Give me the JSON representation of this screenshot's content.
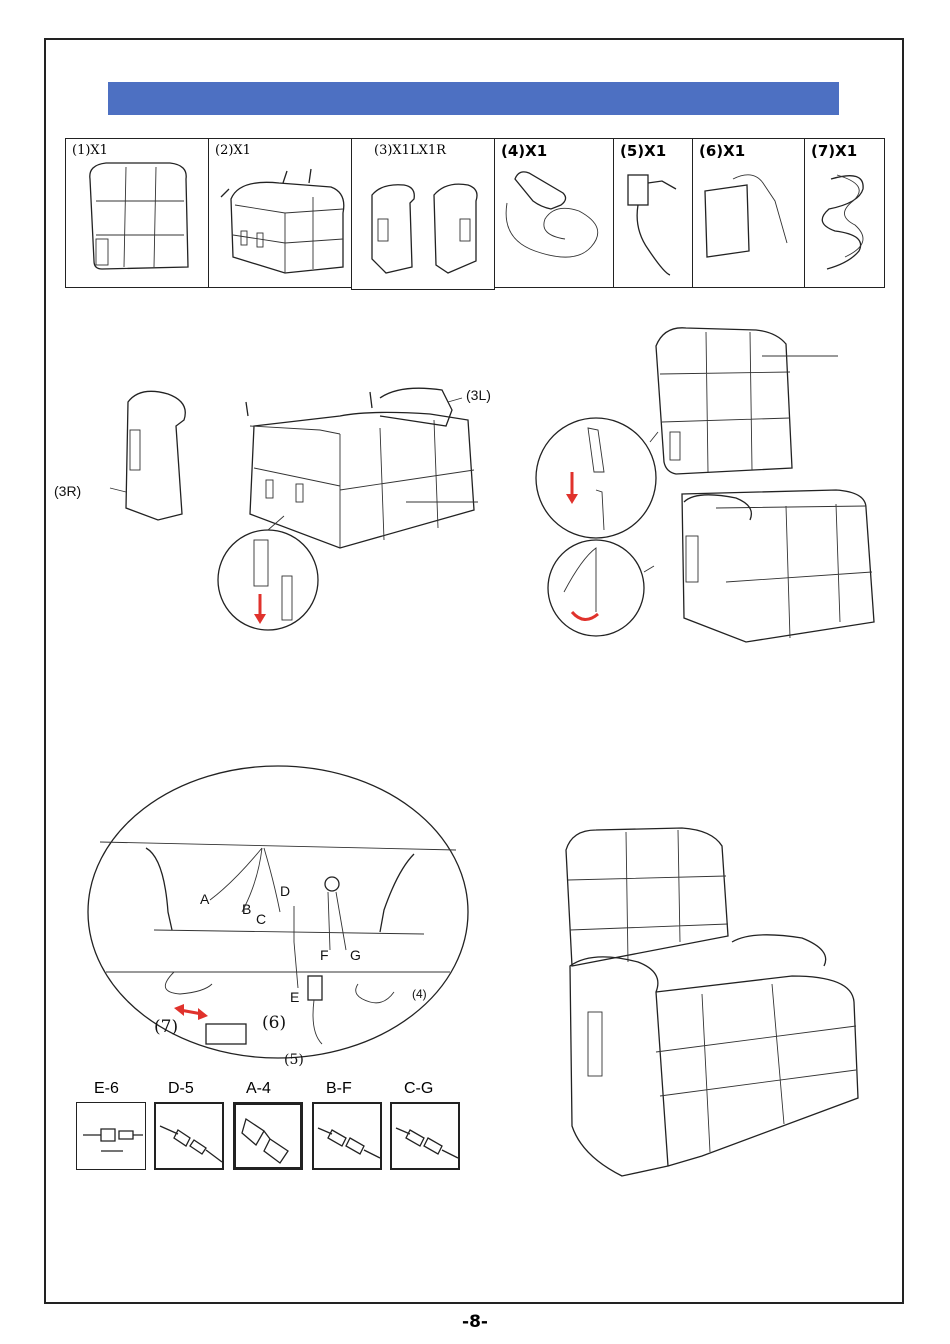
{
  "parts": [
    {
      "label": "(1)X1",
      "style": "serif"
    },
    {
      "label": "(2)X1",
      "style": "serif"
    },
    {
      "label": "(3)X1LX1R",
      "style": "serif"
    },
    {
      "label": "(4)X1",
      "style": "bold"
    },
    {
      "label": "(5)X1",
      "style": "bold"
    },
    {
      "label": "(6)X1",
      "style": "bold"
    },
    {
      "label": "(7)X1",
      "style": "bold"
    }
  ],
  "step1": {
    "label_3l": "(3L)",
    "label_3r": "(3R)"
  },
  "wiring": {
    "letters": {
      "a": "A",
      "b": "B",
      "c": "C",
      "d": "D",
      "e": "E",
      "f": "F",
      "g": "G"
    },
    "num_4": "(4)",
    "num_5": "(5)",
    "num_6": "(6)",
    "num_7": "(7)"
  },
  "connectors": [
    {
      "label": "E-6"
    },
    {
      "label": "D-5"
    },
    {
      "label": "A-4"
    },
    {
      "label": "B-F"
    },
    {
      "label": "C-G"
    }
  ],
  "page_number": "-8-",
  "colors": {
    "banner": "#4d70c2",
    "arrow": "#e0322c"
  }
}
